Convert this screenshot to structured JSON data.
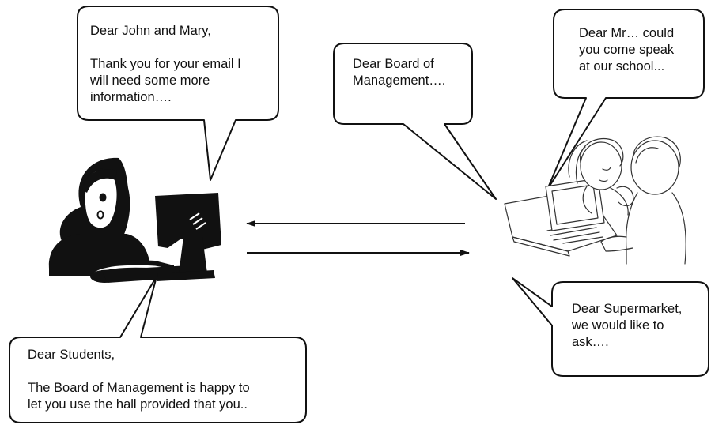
{
  "bubbles": {
    "teacher": {
      "lines": [
        "Dear John and Mary,",
        "",
        "Thank you for your email I",
        "will need some more",
        "information…."
      ]
    },
    "board": {
      "lines": [
        "Dear Board of",
        "Management…."
      ]
    },
    "speaker": {
      "lines": [
        "Dear Mr… could",
        "you come speak",
        "at our school..."
      ]
    },
    "supermarket": {
      "lines": [
        "Dear Supermarket,",
        "we would like to",
        "ask…."
      ]
    },
    "students": {
      "lines": [
        "Dear Students,",
        "",
        "The Board of Management is happy to",
        "let you use the hall provided that you.."
      ]
    }
  },
  "icons": {
    "left": "person-at-computer-icon",
    "right": "children-with-laptop-icon",
    "arrow_left": "arrow-left-icon",
    "arrow_right": "arrow-right-icon"
  }
}
